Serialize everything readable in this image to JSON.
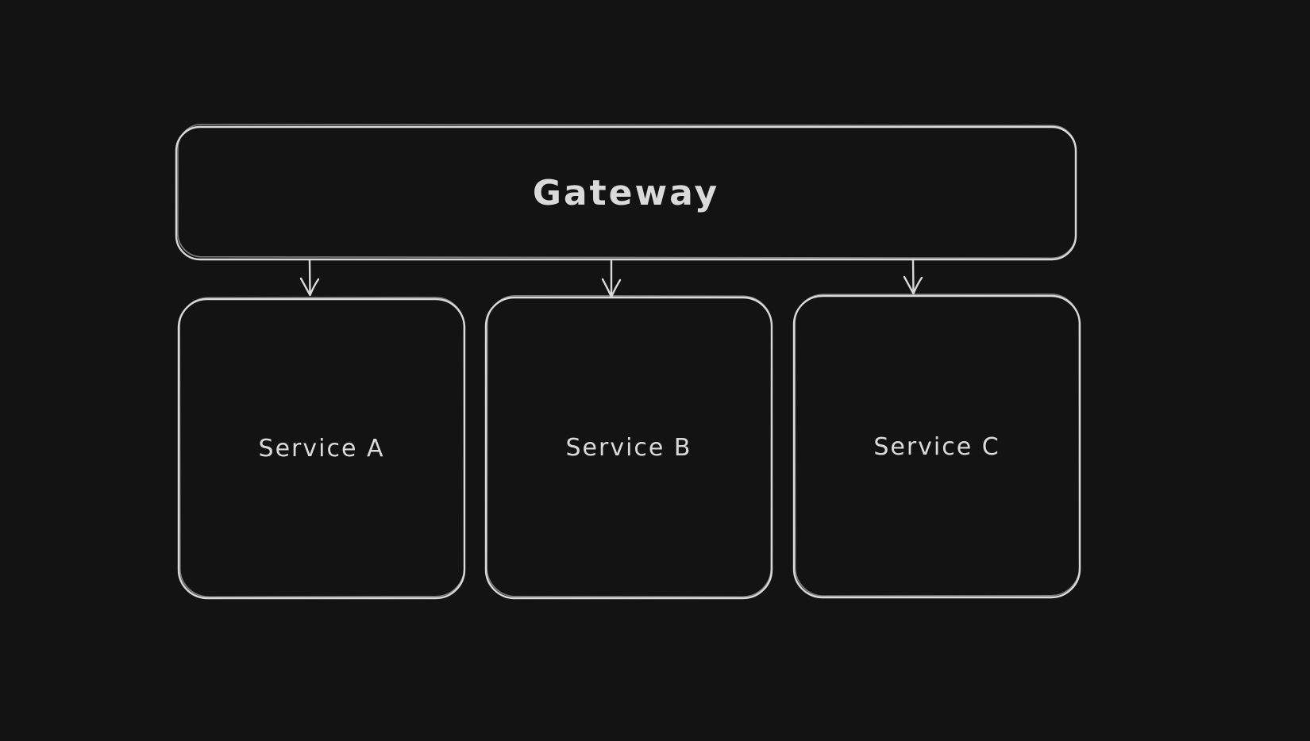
{
  "canvas": {
    "background": "#131313",
    "stroke_color": "#d9d9d9",
    "text_color": "#dadada"
  },
  "nodes": {
    "gateway": {
      "label": "Gateway"
    },
    "service_a": {
      "label": "Service A"
    },
    "service_b": {
      "label": "Service B"
    },
    "service_c": {
      "label": "Service C"
    }
  },
  "edges": [
    {
      "from": "Gateway",
      "to": "Service A",
      "style": "arrow-down"
    },
    {
      "from": "Gateway",
      "to": "Service B",
      "style": "arrow-down"
    },
    {
      "from": "Gateway",
      "to": "Service C",
      "style": "arrow-down"
    }
  ]
}
